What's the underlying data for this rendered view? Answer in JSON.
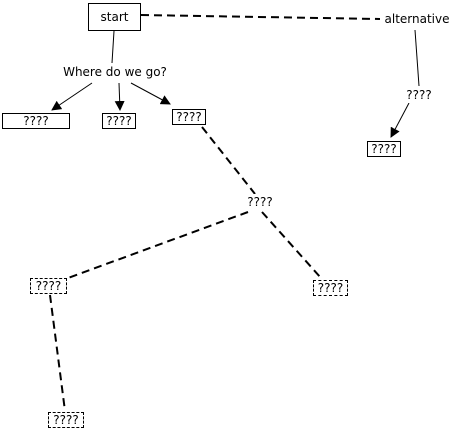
{
  "nodes": {
    "start": "start",
    "alternative": "alternative",
    "question": "Where do we go?",
    "child_left": "????",
    "child_middle": "????",
    "child_right": "????",
    "alt_middle": "????",
    "alt_leaf": "????",
    "branch_mid": "????",
    "branch_left": "????",
    "branch_right": "????",
    "branch_bottom": "????"
  }
}
